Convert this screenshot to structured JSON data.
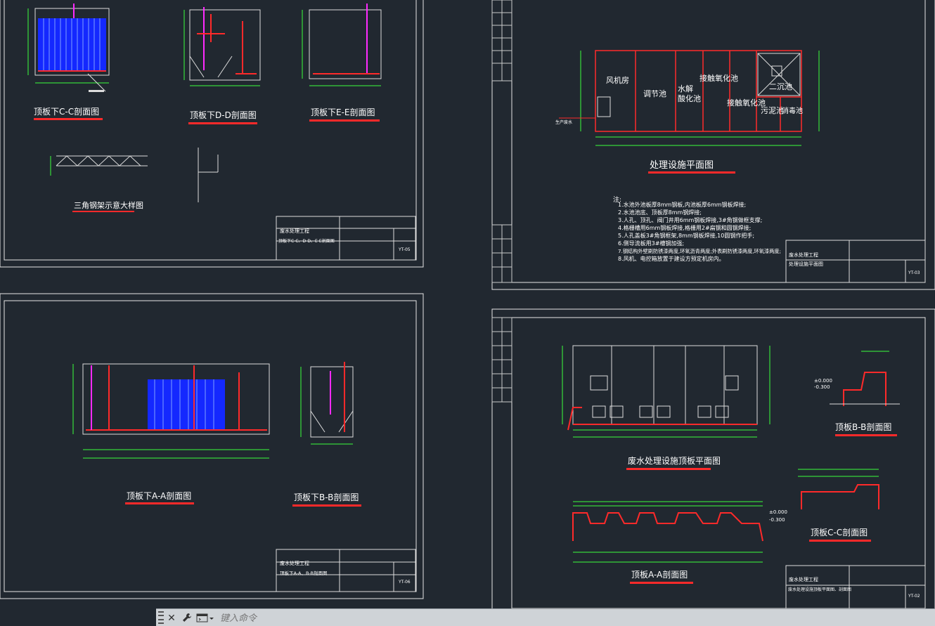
{
  "app": {
    "name": "CAD drawing viewport"
  },
  "sheet1": {
    "title_c": "顶板下C-C剖面图",
    "title_d": "顶板下D-D剖面图",
    "title_e": "顶板下E-E剖面图",
    "truss_title": "三角钢架示意大样图",
    "tb_project": "废水处理工程",
    "tb_drawing": "顶板下C-C、D-D、E-E剖面图",
    "tb_no": "YT-05"
  },
  "sheet2": {
    "plan_title": "处理设施平面图",
    "rooms": [
      "风机房",
      "调节池",
      "水解",
      "酸化池",
      "接触氧化池",
      "接触氧化池",
      "二沉池",
      "污泥池",
      "消毒池"
    ],
    "notes_label": "注:",
    "notes": [
      "1.水池外池板厚8mm钢板,内池板厚6mm钢板焊接;",
      "2.水池池底、顶板厚8mm钢焊接;",
      "3.人孔、顶孔、阀门井用6mm钢板焊接,3#角钢做框支撑;",
      "4.格栅槽用6mm钢板焊接,格栅用2#扁钢和圆钢焊接;",
      "5.人孔盖板3#角钢框架,8mm钢板焊接,10圆钢作把手;",
      "6.侧导流板用3#槽钢加强;",
      "7.钢结构外壁刷防锈漆两度,环氧沥青两度;外表刷防锈漆两度,环氧漆两度;",
      "8.风机、电控箱放置于建设方预定机房内。"
    ],
    "inlet": "生产废水",
    "tb_project": "废水处理工程",
    "tb_drawing": "处理设施平面图",
    "tb_no": "YT-03"
  },
  "sheet3": {
    "title_a": "顶板下A-A剖面图",
    "title_b": "顶板下B-B剖面图",
    "tb_project": "废水处理工程",
    "tb_drawing": "顶板下A-A、B-B剖面图",
    "tb_no": "YT-06"
  },
  "sheet4": {
    "plan_title": "废水处理设施顶板平面图",
    "title_a": "顶板A-A剖面图",
    "title_b": "顶板B-B剖面图",
    "title_c": "顶板C-C剖面图",
    "elev_0": "±0.000",
    "elev_1": "-0.300",
    "tb_project": "废水处理工程",
    "tb_drawing": "废水处理设施顶板平面图、剖面图",
    "tb_no": "YT-02"
  },
  "command": {
    "placeholder": "键入命令"
  },
  "colors": {
    "background": "#212830",
    "red": "#ff2a2a",
    "green": "#3cff3c",
    "blue": "#1428ff",
    "magenta": "#ff2aff"
  }
}
